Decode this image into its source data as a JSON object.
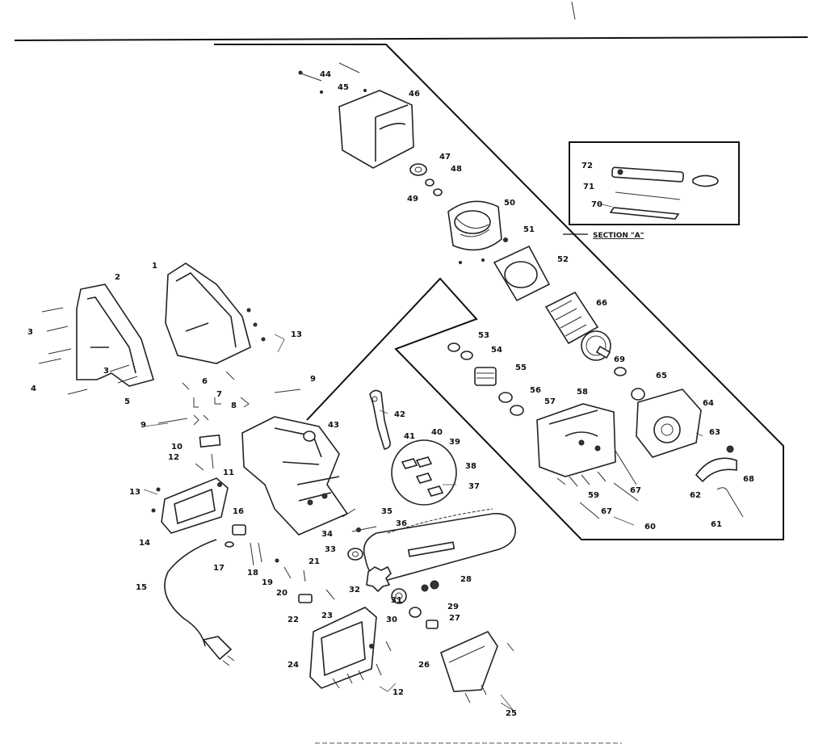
{
  "section_label": "SECTION \"A\"",
  "callouts": [
    "1",
    "2",
    "3",
    "3",
    "4",
    "5",
    "6",
    "7",
    "8",
    "9",
    "9",
    "10",
    "11",
    "12",
    "12",
    "13",
    "13",
    "14",
    "15",
    "16",
    "17",
    "18",
    "19",
    "20",
    "21",
    "22",
    "23",
    "24",
    "25",
    "26",
    "27",
    "28",
    "29",
    "30",
    "31",
    "32",
    "33",
    "34",
    "35",
    "36",
    "37",
    "38",
    "39",
    "40",
    "41",
    "42",
    "43",
    "44",
    "45",
    "46",
    "47",
    "48",
    "49",
    "50",
    "51",
    "52",
    "53",
    "54",
    "55",
    "56",
    "57",
    "58",
    "59",
    "60",
    "61",
    "62",
    "63",
    "64",
    "65",
    "66",
    "67",
    "67",
    "68",
    "69",
    "70",
    "71",
    "72"
  ]
}
